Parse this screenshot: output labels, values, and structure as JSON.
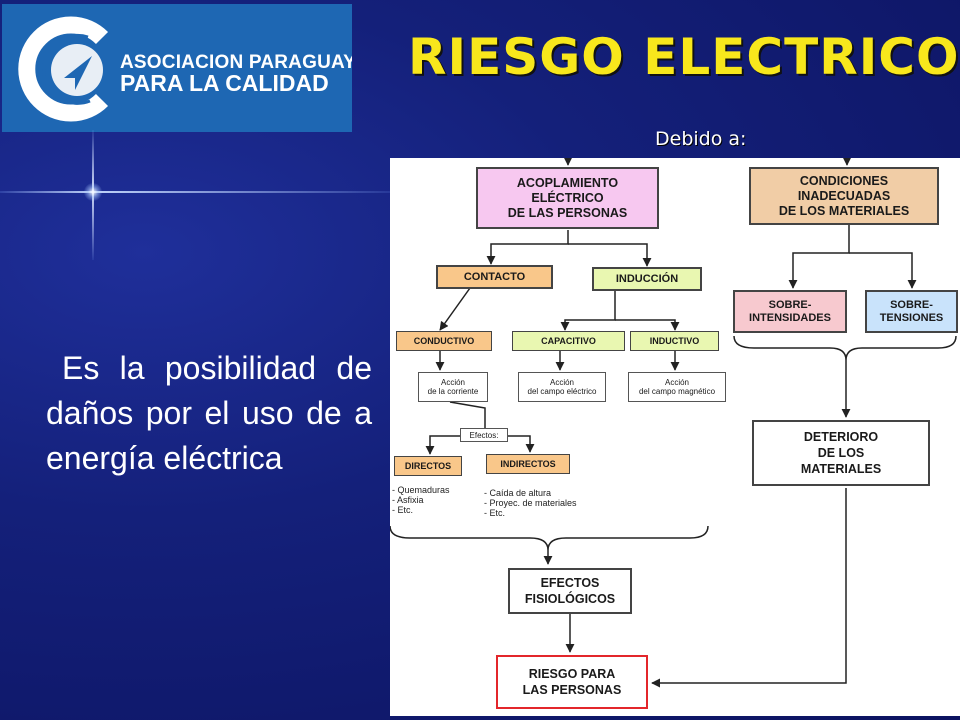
{
  "logo": {
    "line1": "ASOCIACION PARAGUAYA",
    "line2": "PARA LA CALIDAD",
    "icon": "arrow-circle-icon",
    "bg_color": "#1e67b3"
  },
  "title": "RIESGO ELECTRICO",
  "subtitle": "Debido a:",
  "description": "Es la posibilidad de daños por el uso de a energía eléctrica",
  "colors": {
    "title": "#f8e71c",
    "background": "#14207a",
    "pink": "#f7c8f0",
    "orange": "#f9c78a",
    "green": "#e9f7b1",
    "tan": "#f1cda6",
    "rose": "#f7c9cf",
    "blue": "#c9e3fb",
    "red_border": "#e3262b"
  },
  "diagram": {
    "acoplamiento": "ACOPLAMIENTO\nELÉCTRICO\nDE LAS PERSONAS",
    "condiciones": "CONDICIONES\nINADECUADAS\nDE LOS MATERIALES",
    "contacto": "CONTACTO",
    "induccion": "INDUCCIÓN",
    "sobre_intensidades": "SOBRE-\nINTENSIDADES",
    "sobre_tensiones": "SOBRE-\nTENSIONES",
    "conductivo": "CONDUCTIVO",
    "capacitivo": "CAPACITIVO",
    "inductivo": "INDUCTIVO",
    "accion_corriente": "Acción\nde la corriente",
    "accion_electrico": "Acción\ndel campo eléctrico",
    "accion_magnetico": "Acción\ndel campo magnético",
    "efectos": "Efectos:",
    "directos": "DIRECTOS",
    "indirectos": "INDIRECTOS",
    "directos_list": "- Quemaduras\n- Asfixia\n- Etc.",
    "indirectos_list": "- Caída de altura\n- Proyec. de materiales\n- Etc.",
    "deterioro": "DETERIORO\nDE LOS\nMATERIALES",
    "efectos_fisiologicos": "EFECTOS\nFISIOLÓGICOS",
    "riesgo_personas": "RIESGO PARA\nLAS PERSONAS"
  }
}
